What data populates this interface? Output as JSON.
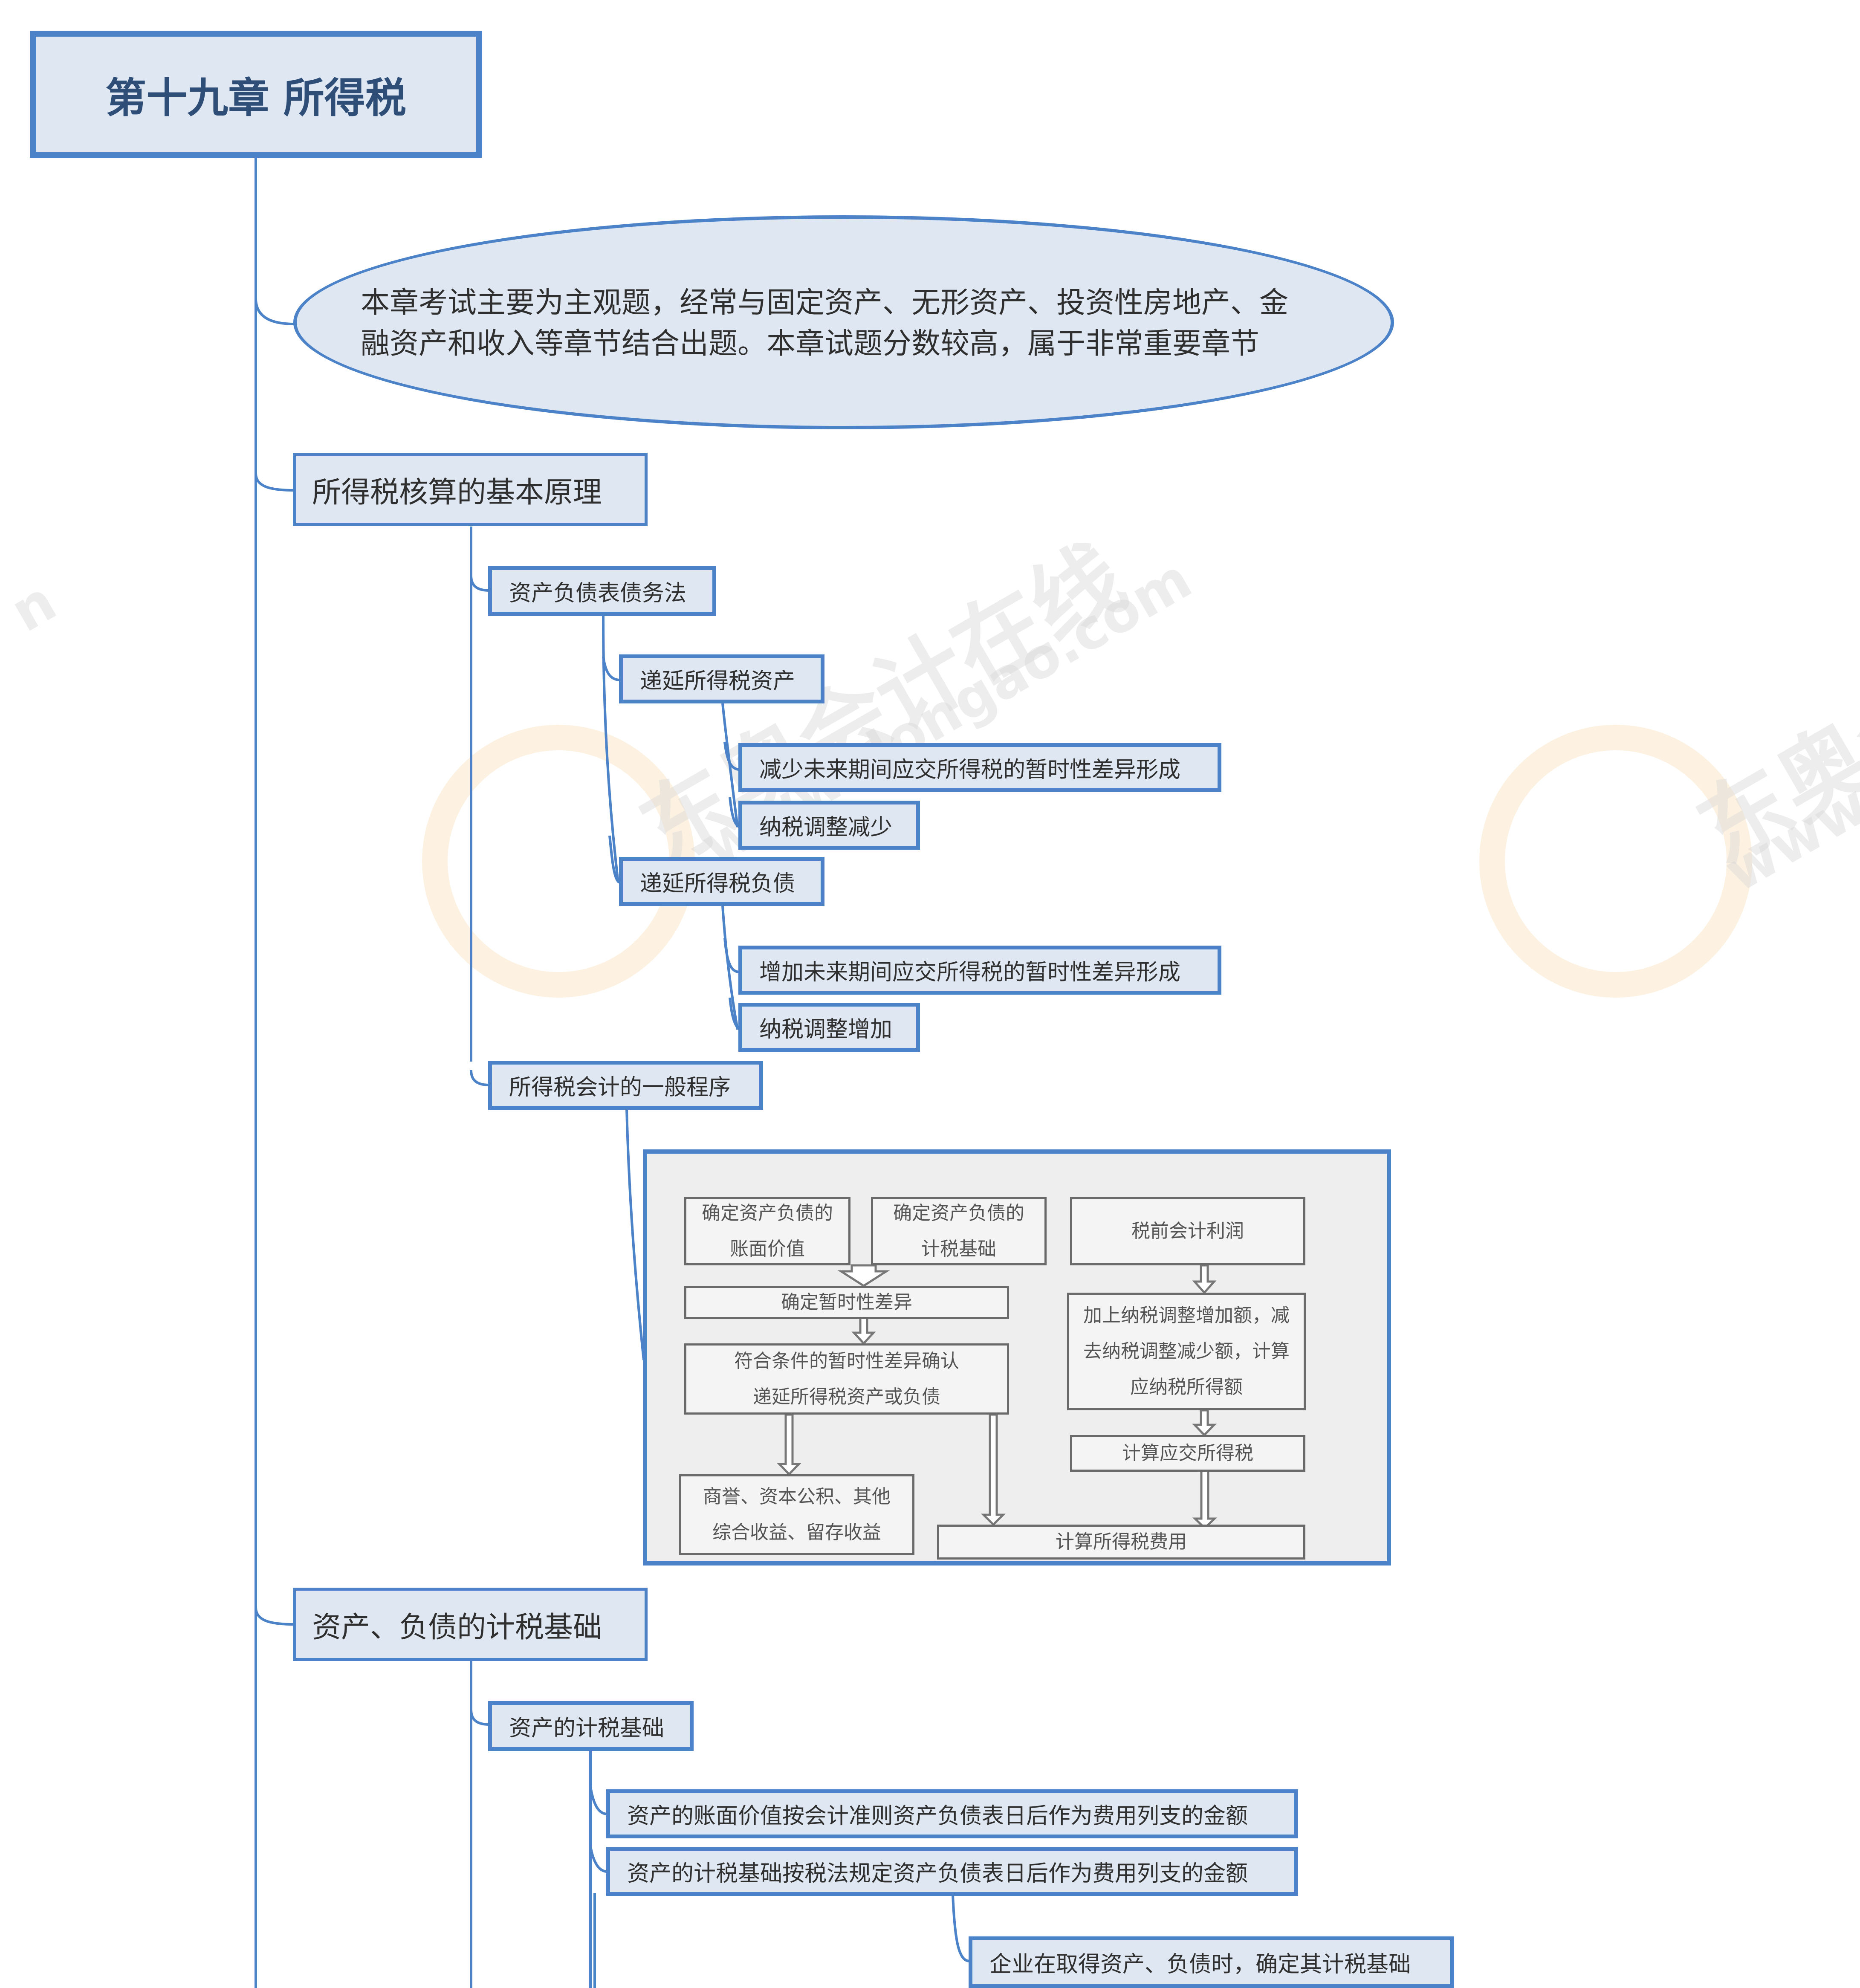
{
  "root": {
    "title": "第十九章  所得税"
  },
  "intro": {
    "line1": "本章考试主要为主观题，经常与固定资产、无形资产、投资性房地产、金",
    "line2": "融资产和收入等章节结合出题。本章试题分数较高，属于非常重要章节"
  },
  "section1": {
    "title": "所得税核算的基本原理",
    "method": "资产负债表债务法",
    "dta": {
      "label": "递延所得税资产",
      "desc": "减少未来期间应交所得税的暂时性差异形成",
      "adj": "纳税调整减少"
    },
    "dtl": {
      "label": "递延所得税负债",
      "desc": "增加未来期间应交所得税的暂时性差异形成",
      "adj": "纳税调整增加"
    },
    "procedure": "所得税会计的一般程序"
  },
  "flowchart": {
    "b1": [
      "确定资产负债的",
      "账面价值"
    ],
    "b2": [
      "确定资产负债的",
      "计税基础"
    ],
    "b3": "税前会计利润",
    "b4": "确定暂时性差异",
    "b5": [
      "加上纳税调整增加额，减",
      "去纳税调整减少额，计算",
      "应纳税所得额"
    ],
    "b6": [
      "符合条件的暂时性差异确认",
      "递延所得税资产或负债"
    ],
    "b7": "计算应交所得税",
    "b8": [
      "商誉、资本公积、其他",
      "综合收益、留存收益"
    ],
    "b9": "计算所得税费用"
  },
  "section2": {
    "title": "资产、负债的计税基础",
    "asset_basis": "资产的计税基础",
    "carrying": "资产的账面价值按会计准则资产负债表日后作为费用列支的金额",
    "taxbase": "资产的计税基础按税法规定资产负债表日后作为费用列支的金额",
    "initial": "企业在取得资产、负债时，确定其计税基础"
  },
  "watermark": {
    "cn": "东奥会计在线",
    "url": "www.dongao.com",
    "cn_right": "东奥会",
    "url_right": "www.d",
    "edge": "n"
  },
  "colors": {
    "accent": "#4b82c8",
    "fill": "#dfe7f2",
    "root_text": "#2e4e77"
  }
}
